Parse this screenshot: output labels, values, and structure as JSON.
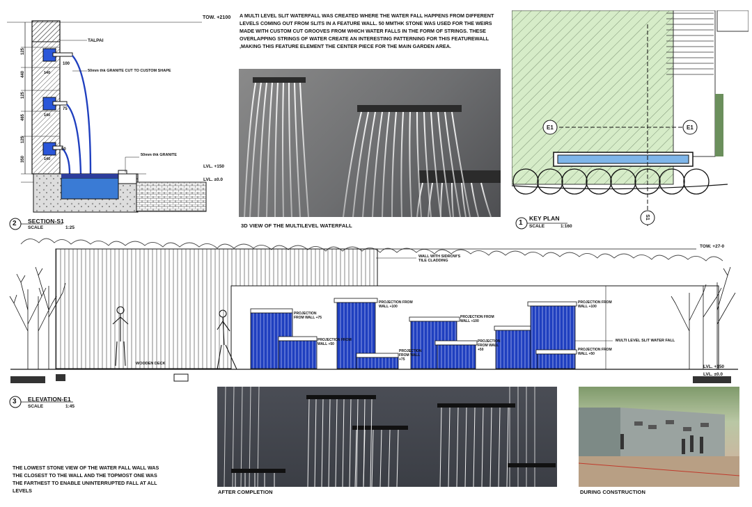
{
  "description_top": "A MULTI LEVEL SLIT WATERFALL WAS CREATED WHERE THE  WATER FALL HAPPENS FROM DIFFERENT LEVELS COMING OUT FROM SLITS IN A FEATURE WALL. 50 MMTHK STONE WAS USED FOR THE WEIRS MADE WITH CUSTOM CUT  GROOVES FROM WHICH WATER FALLS IN THE FORM OF STRINGS. THESE OVERLAPPING STRINGS OF WATER CREATE AN INTERESTING PATTERNING FOR THIS FEATUREWALL ,MAKING THIS FEATURE ELEMENT THE CENTER PIECE FOR THE MAIN GARDEN AREA.",
  "description_bottom": "THE LOWEST STONE VIEW OF THE WATER FALL WALL WAS THE CLOSEST TO THE WALL AND THE TOPMOST ONE WAS THE FARTHEST TO ENABLE UNINTERRUPTED FALL AT ALL LEVELS",
  "section": {
    "number": "2",
    "title": "SECTION-S1",
    "scale": "SCALE",
    "scale_value": "1:25",
    "tow": "TOW. +2100",
    "talpai": "TALPAI",
    "granite_note": "50mm thk GRANITE CUT TO CUSTOM SHAPE",
    "granite2": "50mm thk GRANITE",
    "lvl150": "LVL. +150",
    "lvl0": "LVL. ±0.0",
    "dims_left": [
      "125",
      "440",
      "125",
      "465",
      "125",
      "350"
    ],
    "dims_inner": [
      "100",
      "75",
      "50"
    ],
    "box_labels": [
      "140",
      "140",
      "140"
    ]
  },
  "view3d": {
    "caption": "3D VIEW OF THE MULTILEVEL WATERFALL"
  },
  "keyplan": {
    "number": "1",
    "title": "KEY PLAN",
    "scale": "SCALE",
    "scale_value": "1:160",
    "e1": "E1",
    "s1": "S1"
  },
  "elevation": {
    "number": "3",
    "title": "ELEVATION-E1",
    "scale": "SCALE",
    "scale_value": "1:45",
    "tow": "TOW. +27-0",
    "cladding": "WALL WITH SIDROW'S TILE CLADDING",
    "deck": "WOODEN DECK",
    "multi": "MULTI LEVEL SLIT  WATER FALL",
    "lvl150": "LVL. +150",
    "lvl0": "LVL. ±0.0",
    "projections": [
      "PROJECTION FROM WALL +75",
      "PROJECTION FROM WALL +50",
      "PROJECTION FROM WALL +100",
      "PROJECTION FROM WALL +75",
      "PROJECTION FROM WALL +100",
      "PROJECTION FROM WALL +50",
      "PROJECTION FROM WALL +100",
      "PROJECTION FROM WALL +50"
    ]
  },
  "photos": {
    "after": "AFTER COMPLETION",
    "during": "DURING CONSTRUCTION"
  },
  "colors": {
    "water_blue": "#1f3fbf",
    "plan_green": "#d6ecc8",
    "stone_dark": "#3d3f45"
  }
}
